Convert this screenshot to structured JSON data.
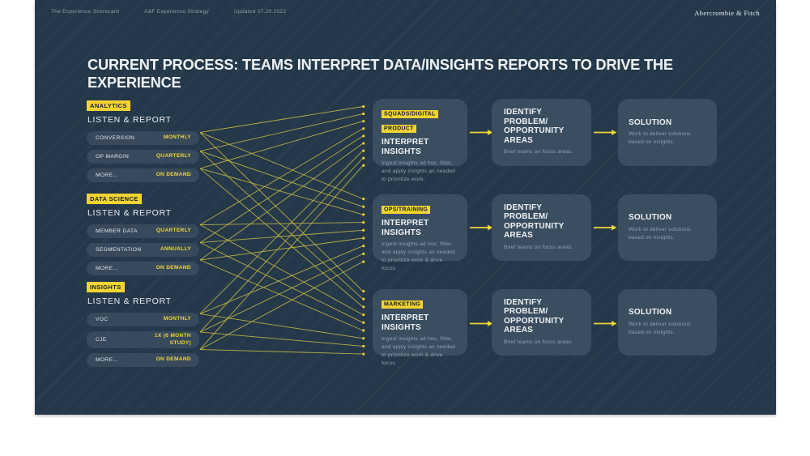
{
  "meta": {
    "breadcrumbs": [
      "The Experience Scorecard",
      "A&F Experience Strategy",
      "Updated 07.20.2022"
    ],
    "brand": "Abercrombie & Fitch"
  },
  "title": "CURRENT PROCESS: TEAMS INTERPRET DATA/INSIGHTS REPORTS TO DRIVE THE EXPERIENCE",
  "colors": {
    "slide_background": "#253849",
    "card_background": "#3B4E60",
    "pill_background": "#37495B",
    "highlight_yellow": "#F2D331",
    "accent_yellow": "#EFD63C",
    "line_yellow": "#CFC043",
    "text_white": "#EEF2F5",
    "text_muted": "#8FA2AF"
  },
  "source_groups": [
    {
      "tag": "ANALYTICS",
      "subtitle": "LISTEN & REPORT",
      "rows": [
        {
          "label": "CONVERSION",
          "cadence": "MONTHLY"
        },
        {
          "label": "OP MARGIN",
          "cadence": "QUARTERLY"
        },
        {
          "label": "MORE...",
          "cadence": "ON DEMAND"
        }
      ]
    },
    {
      "tag": "DATA SCIENCE",
      "subtitle": "LISTEN & REPORT",
      "rows": [
        {
          "label": "MEMBER DATA",
          "cadence": "QUARTERLY"
        },
        {
          "label": "SEGMENTATION",
          "cadence": "ANNUALLY"
        },
        {
          "label": "MORE...",
          "cadence": "ON DEMAND"
        }
      ]
    },
    {
      "tag": "INSIGHTS",
      "subtitle": "LISTEN & REPORT",
      "rows": [
        {
          "label": "VOC",
          "cadence": "MONTHLY"
        },
        {
          "label": "CJE",
          "cadence": "1X (6 MONTH STUDY)"
        },
        {
          "label": "MORE...",
          "cadence": "ON DEMAND"
        }
      ]
    }
  ],
  "process_rows": [
    {
      "team_tag": "SQUADS/DIGITAL PRODUCT",
      "interpret_title": "INTERPRET\nINSIGHTS",
      "interpret_desc": "Ingest insights ad hoc, filter, and apply insights as needed to prioritize work.",
      "identify_title": "IDENTIFY\nPROBLEM/\nOPPORTUNITY\nAREAS",
      "identify_desc": "Brief teams on focus areas.",
      "solution_title": "SOLUTION",
      "solution_desc": "Work to deliver solutions based on insights."
    },
    {
      "team_tag": "OPS/TRAINING",
      "interpret_title": "INTERPRET\nINSIGHTS",
      "interpret_desc": "Ingest insights ad hoc, filter, and apply insights as needed to prioritize work & drive focus.",
      "identify_title": "IDENTIFY PROBLEM/\nOPPORTUNITY\nAREAS",
      "identify_desc": "Brief teams on focus areas.",
      "solution_title": "SOLUTION",
      "solution_desc": "Work to deliver solutions based on insights."
    },
    {
      "team_tag": "MARKETING",
      "interpret_title": "INTERPRET\nINSIGHTS",
      "interpret_desc": "Ingest insights ad hoc, filter, and apply insights as needed to prioritize work & drive focus.",
      "identify_title": "IDENTIFY PROBLEM/\nOPPORTUNITY\nAREAS",
      "identify_desc": "Brief teams on focus areas.",
      "solution_title": "SOLUTION",
      "solution_desc": "Work to deliver solutions based on insights."
    }
  ],
  "connections": {
    "type": "complete-bipartite",
    "description": "Each of the 9 Listen & Report source rows connects with a yellow line to each of the 3 team Interpret Insights cards (27 lines); each team row then flows via arrow to Identify Problem/Opportunity Areas and then to Solution.",
    "source_row_count": 9,
    "team_card_count": 3
  }
}
